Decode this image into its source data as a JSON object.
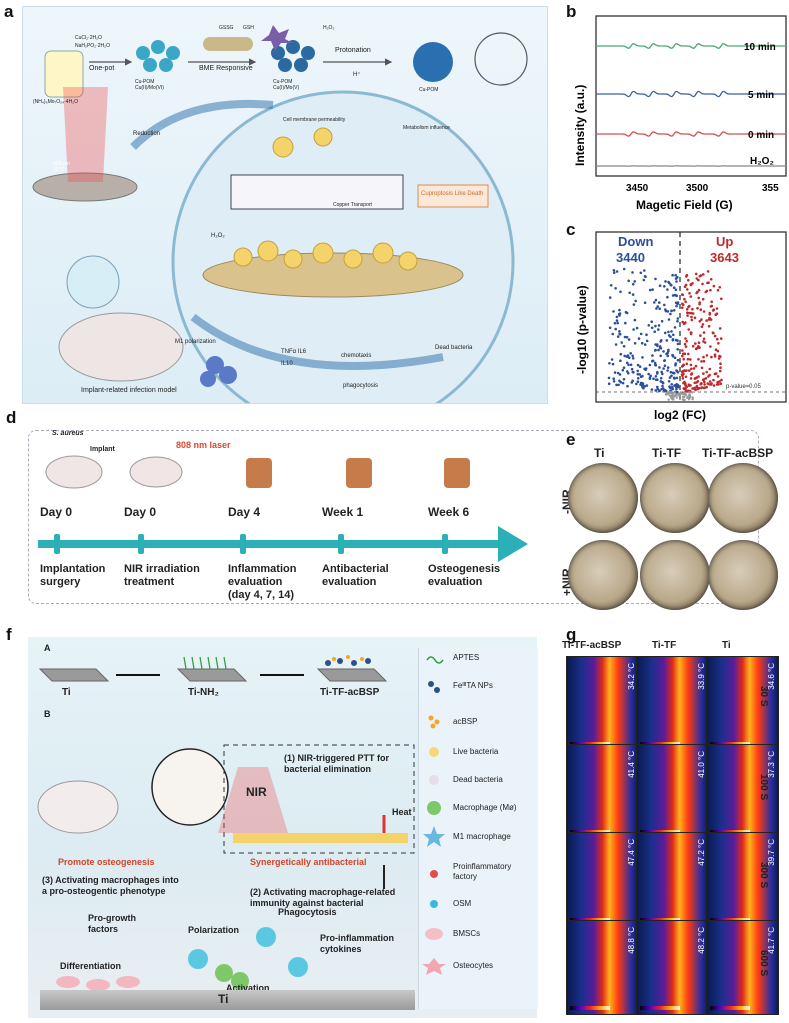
{
  "panel_labels": {
    "a": "a",
    "b": "b",
    "c": "c",
    "d": "d",
    "e": "e",
    "f": "f",
    "g": "g"
  },
  "panel_a": {
    "reagents": [
      "CuCl₂·2H₂O",
      "NaH₂PO₂·2H₂O",
      "(NH₄)₆Mo₇O₂₄·4H₂O"
    ],
    "steps": [
      "One-pot",
      "BME Responsive",
      "Protonation"
    ],
    "species": [
      "Cu-POM\nCu(II)/Mo(VI)",
      "Cu-POM\nCu(I)/Mo(V)",
      "Cu-POM"
    ],
    "small_labels": [
      "GSSG",
      "GSH",
      "H₂O₂",
      "H⁺",
      "Reduction",
      "Cell membrane permeability",
      "Metabolism influence",
      "Copper Transport",
      "Cuproptosis Like Death",
      "M1 polarization",
      "TNFα IL6",
      "IL10",
      "chemotaxis",
      "phagocytosis",
      "Dead bacteria",
      "808 nm\n45°C",
      "H₂O₂",
      "Implant-related infection model"
    ]
  },
  "panel_b": {
    "ylabel": "Intensity (a.u.)",
    "xlabel": "Magetic Field (G)",
    "xticks": [
      "3450",
      "3500",
      "355"
    ],
    "series_labels": [
      "10 min",
      "5 min",
      "0 min",
      "H₂O₂"
    ],
    "colors": [
      "#4aaa6e",
      "#3a5fa8",
      "#d05050",
      "#888888"
    ]
  },
  "panel_c": {
    "down_label": "Down",
    "down_count": "3440",
    "up_label": "Up",
    "up_count": "3643",
    "ylabel": "-log10 (p-value)",
    "xlabel": "log2 (FC)",
    "threshold": "p-value=0.05",
    "down_color": "#2b4f9a",
    "up_color": "#c0282c"
  },
  "panel_d": {
    "implant": "Implant",
    "bacteria": "S. aureus",
    "laser": "808 nm laser",
    "timepoints": [
      "Day 0",
      "Day 0",
      "Day 4",
      "Week 1",
      "Week 6"
    ],
    "events": [
      "Implantation\nsurgery",
      "NIR irradiation\ntreatment",
      "Inflammation\nevaluation\n(day 4, 7, 14)",
      "Antibacterial\nevaluation",
      "Osteogenesis\nevaluation"
    ],
    "arrow_color": "#2bb0b8"
  },
  "panel_e": {
    "columns": [
      "Ti",
      "Ti-TF",
      "Ti-TF-acBSP"
    ],
    "rows": [
      "-NIR",
      "+NIR"
    ]
  },
  "panel_f": {
    "sub_a": "A",
    "sub_b": "B",
    "stages": [
      "Ti",
      "Ti-NH₂",
      "Ti-TF-acBSP"
    ],
    "nir": "NIR",
    "heat": "Heat",
    "ptt": "(1) NIR-triggered PTT for\nbacterial elimination",
    "promote": "Promote osteogenesis",
    "synergy": "Synergetically antibacterial",
    "step3": "(3) Activating macrophages into\na pro-osteogentic phenotype",
    "step2": "(2) Activating macrophage-related\nimmunity against bacterial",
    "labels": [
      "Pro-growth\nfactors",
      "Polarization",
      "Phagocytosis",
      "Pro-inflammation\ncytokines",
      "Differentiation",
      "Activation"
    ],
    "base": "Ti",
    "legend": [
      "APTES",
      "FeᴵᴵᴵTA NPs",
      "acBSP",
      "Live bacteria",
      "Dead bacteria",
      "Macrophage (Mø)",
      "M1 macrophage",
      "Proinflammatory\nfactory",
      "OSM",
      "BMSCs",
      "Osteocytes"
    ]
  },
  "panel_g": {
    "columns": [
      "Ti-TF-acBSP",
      "Ti-TF",
      "Ti"
    ],
    "rows": [
      "30 S",
      "100 S",
      "300 S",
      "600 S"
    ],
    "temps": [
      [
        "34.2 °C",
        "33.9 °C",
        "34.6 °C"
      ],
      [
        "41.4 °C",
        "41.0 °C",
        "37.3 °C"
      ],
      [
        "47.4 °C",
        "47.2 °C",
        "39.7 °C"
      ],
      [
        "48.8 °C",
        "48.2 °C",
        "41.7 °C"
      ]
    ]
  }
}
